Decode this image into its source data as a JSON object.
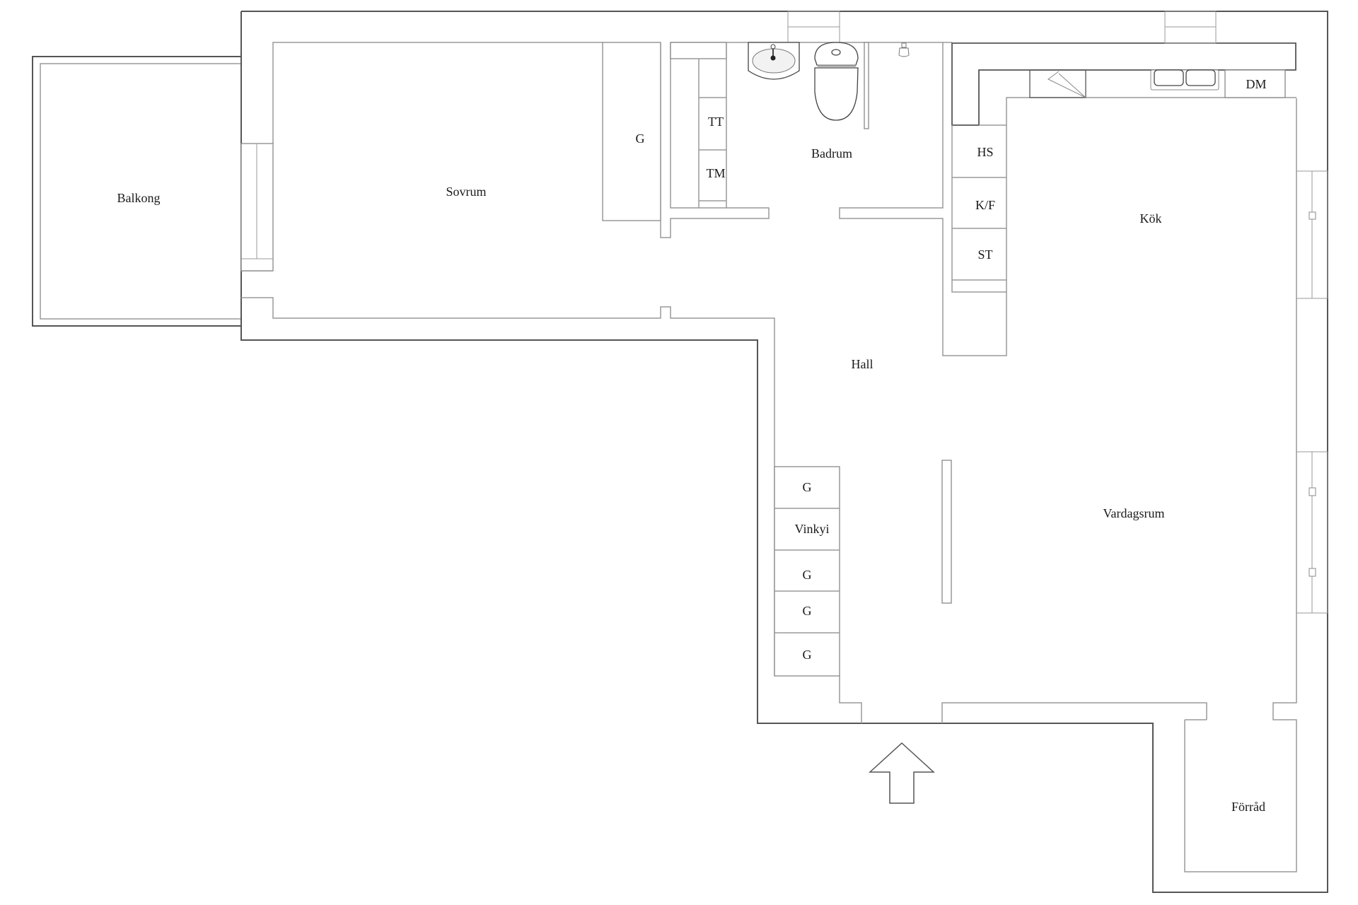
{
  "floorplan": {
    "rooms": {
      "balkong": "Balkong",
      "sovrum": "Sovrum",
      "badrum": "Badrum",
      "kok": "Kök",
      "hall": "Hall",
      "vardagsrum": "Vardagsrum",
      "forrad": "Förråd"
    },
    "fixtures": {
      "bedroom_wardrobe": "G",
      "tumble_dryer": "TT",
      "washing_machine": "TM",
      "fridge_tall": "HS",
      "fridge_freezer": "K/F",
      "tall_cabinet": "ST",
      "dishwasher": "DM"
    },
    "hall_wardrobes": [
      "G",
      "Vinkyi",
      "G",
      "G",
      "G"
    ],
    "entrance_marker": "entrance-arrow"
  },
  "colors": {
    "background": "#ffffff",
    "outer_wall": "#555555",
    "inner_wall": "#9a9a9a",
    "text": "#1a1a1a"
  }
}
